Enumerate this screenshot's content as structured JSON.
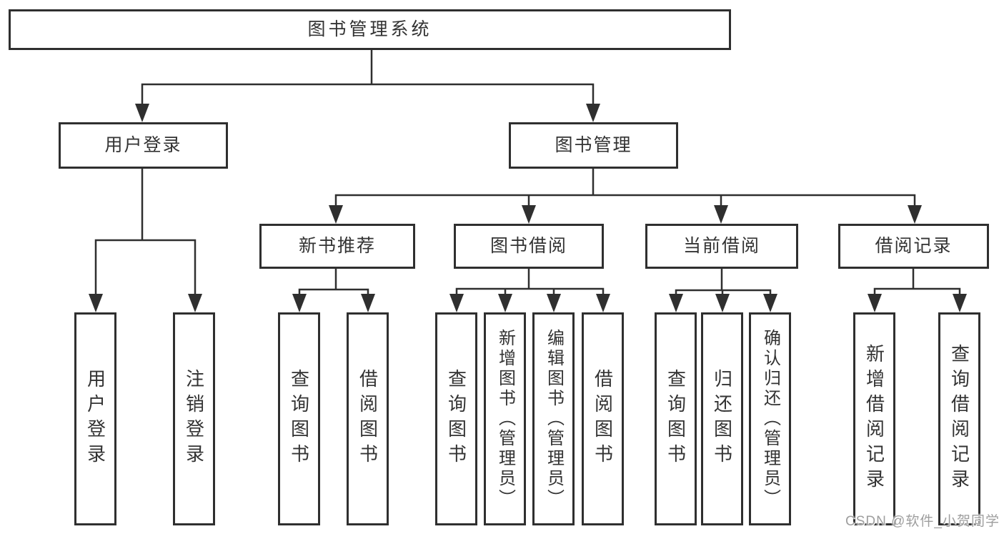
{
  "diagram": {
    "title": {
      "label": "图书管理系统"
    },
    "level2": [
      {
        "label": "用户登录"
      },
      {
        "label": "图书管理"
      }
    ],
    "level3": [
      {
        "label": "新书推荐"
      },
      {
        "label": "图书借阅"
      },
      {
        "label": "当前借阅"
      },
      {
        "label": "借阅记录"
      }
    ],
    "leaves": [
      {
        "label": "用户登录"
      },
      {
        "label": "注销登录"
      },
      {
        "label": "查询图书"
      },
      {
        "label": "借阅图书"
      },
      {
        "label": "查询图书"
      },
      {
        "label": "新增图书（管理员）"
      },
      {
        "label": "编辑图书（管理员）"
      },
      {
        "label": "借阅图书"
      },
      {
        "label": "查询图书"
      },
      {
        "label": "归还图书"
      },
      {
        "label": "确认归还（管理员）"
      },
      {
        "label": "新增借阅记录"
      },
      {
        "label": "查询借阅记录"
      }
    ]
  },
  "watermark": {
    "label": "CSDN @软件_小贺同学"
  },
  "colors": {
    "line": "#2f2f2f",
    "text": "#333333",
    "watermark": "#9e9e9e",
    "background": "#ffffff"
  }
}
